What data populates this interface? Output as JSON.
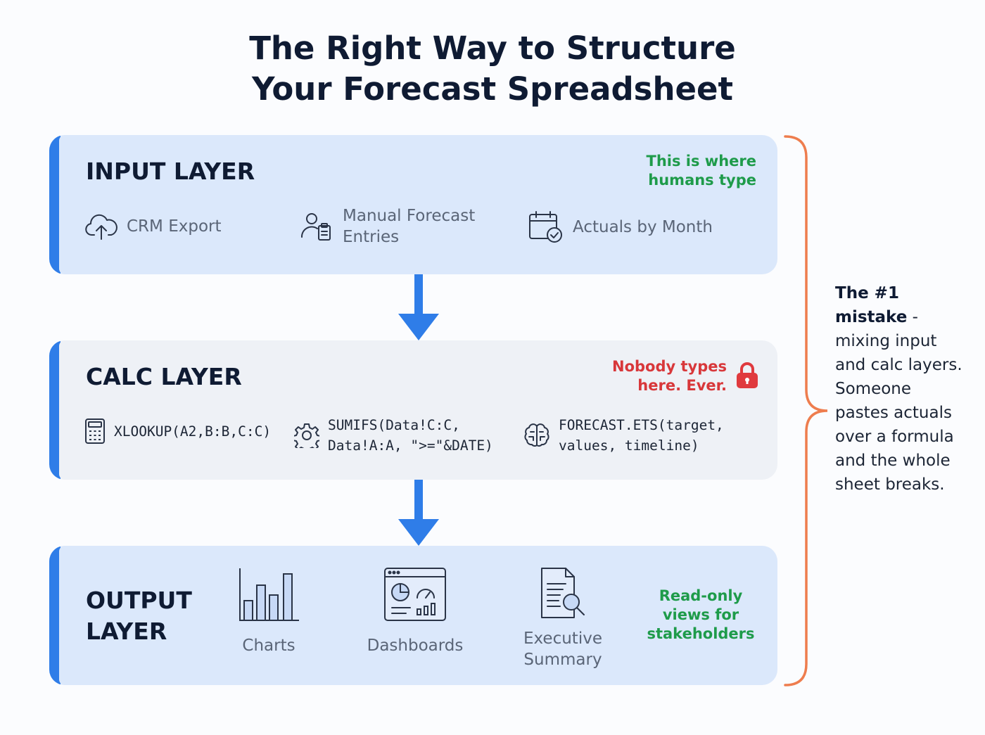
{
  "title": {
    "line1": "The Right Way to Structure",
    "line2": "Your Forecast Spreadsheet"
  },
  "input_layer": {
    "title": "INPUT LAYER",
    "note_line1": "This is where",
    "note_line2": "humans type",
    "items": [
      {
        "label_line1": "CRM Export",
        "label_line2": "",
        "icon": "cloud-upload-icon"
      },
      {
        "label_line1": "Manual Forecast",
        "label_line2": "Entries",
        "icon": "user-clipboard-icon"
      },
      {
        "label_line1": "Actuals by Month",
        "label_line2": "",
        "icon": "calendar-check-icon"
      }
    ]
  },
  "calc_layer": {
    "title": "CALC LAYER",
    "note_line1": "Nobody types",
    "note_line2": "here. Ever.",
    "items": [
      {
        "code_line1": "XLOOKUP(A2,B:B,C:C)",
        "code_line2": "",
        "icon": "calculator-icon"
      },
      {
        "code_line1": "SUMIFS(Data!C:C,",
        "code_line2": "Data!A:A, \">=\"&DATE)",
        "icon": "gear-icon"
      },
      {
        "code_line1": "FORECAST.ETS(target,",
        "code_line2": "values, timeline)",
        "icon": "brain-icon"
      }
    ]
  },
  "output_layer": {
    "title_line1": "OUTPUT",
    "title_line2": "LAYER",
    "note_line1": "Read-only",
    "note_line2": "views for",
    "note_line3": "stakeholders",
    "items": [
      {
        "label_line1": "Charts",
        "label_line2": "",
        "icon": "bar-chart-icon"
      },
      {
        "label_line1": "Dashboards",
        "label_line2": "",
        "icon": "dashboard-icon"
      },
      {
        "label_line1": "Executive",
        "label_line2": "Summary",
        "icon": "document-search-icon"
      }
    ]
  },
  "side_note": {
    "bold": "The #1 mistake",
    "text": " - mixing input and calc layers. Someone pastes actuals over a formula and the whole sheet breaks."
  },
  "colors": {
    "accent_blue": "#2f7de8",
    "green": "#1e9b4a",
    "red": "#d8373a",
    "brace_orange": "#ee7d4e"
  }
}
